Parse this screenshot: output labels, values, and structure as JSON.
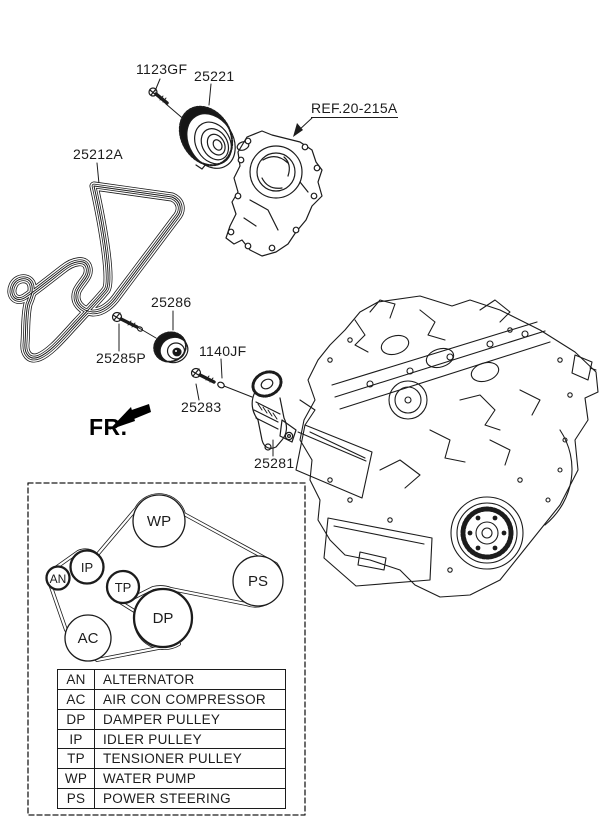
{
  "colors": {
    "line": "#1c1c1c",
    "background": "#ffffff"
  },
  "labels": {
    "bolt_1123gf": "1123GF",
    "pulley_25221": "25221",
    "ref_water_pump": "REF.20-215A",
    "belt_25212a": "25212A",
    "idler_25286": "25286",
    "bolt_25285p": "25285P",
    "bolt_1140jf": "1140JF",
    "bolt_25283": "25283",
    "tensioner_25281": "25281",
    "front_marker": "FR."
  },
  "routing": {
    "pulleys": [
      {
        "code": "WP"
      },
      {
        "code": "PS"
      },
      {
        "code": "IP"
      },
      {
        "code": "AN"
      },
      {
        "code": "TP"
      },
      {
        "code": "DP"
      },
      {
        "code": "AC"
      }
    ]
  },
  "legend": {
    "rows": [
      {
        "code": "AN",
        "name": "ALTERNATOR"
      },
      {
        "code": "AC",
        "name": "AIR CON COMPRESSOR"
      },
      {
        "code": "DP",
        "name": "DAMPER PULLEY"
      },
      {
        "code": "IP",
        "name": "IDLER PULLEY"
      },
      {
        "code": "TP",
        "name": "TENSIONER PULLEY"
      },
      {
        "code": "WP",
        "name": "WATER PUMP"
      },
      {
        "code": "PS",
        "name": "POWER STEERING"
      }
    ]
  }
}
